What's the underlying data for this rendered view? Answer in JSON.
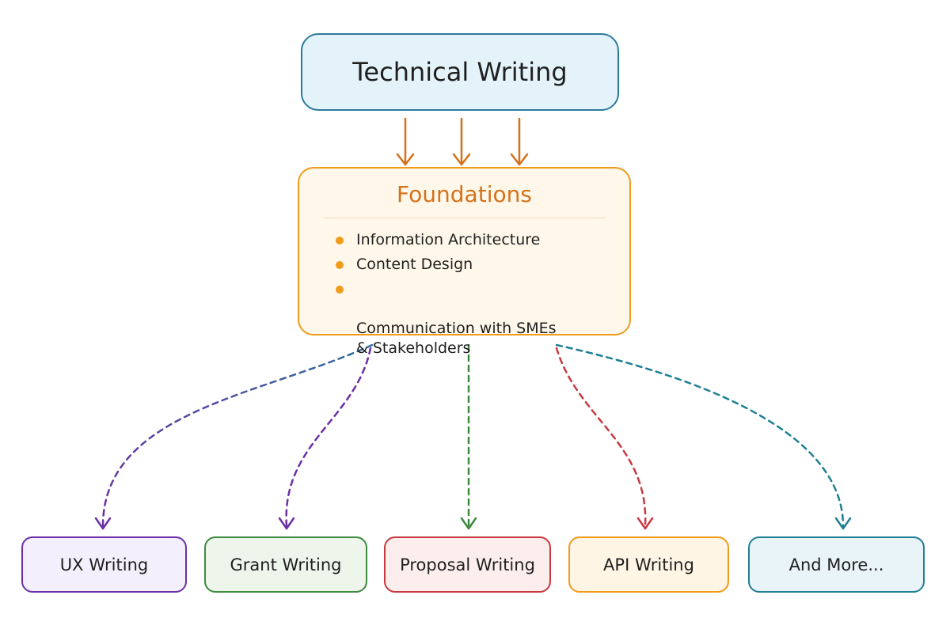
{
  "top_node": {
    "label": "Technical Writing"
  },
  "foundations": {
    "title": "Foundations",
    "items": [
      "Information Architecture",
      "Content Design",
      "Communication with SMEs\n& Stakeholders"
    ]
  },
  "leaves": [
    {
      "label": "UX Writing",
      "color": "#6d2fa4"
    },
    {
      "label": "Grant Writing",
      "color": "#3e8a3e"
    },
    {
      "label": "Proposal Writing",
      "color": "#c63a40"
    },
    {
      "label": "API Writing",
      "color": "#ef9c1c"
    },
    {
      "label": "And More...",
      "color": "#1f7f94"
    }
  ],
  "colors": {
    "top_border": "#2e7a9c",
    "top_fill": "#e4f3fa",
    "foundation_border": "#ef9c1c",
    "foundation_title": "#d5711a",
    "solid_arrow": "#d5711a"
  }
}
